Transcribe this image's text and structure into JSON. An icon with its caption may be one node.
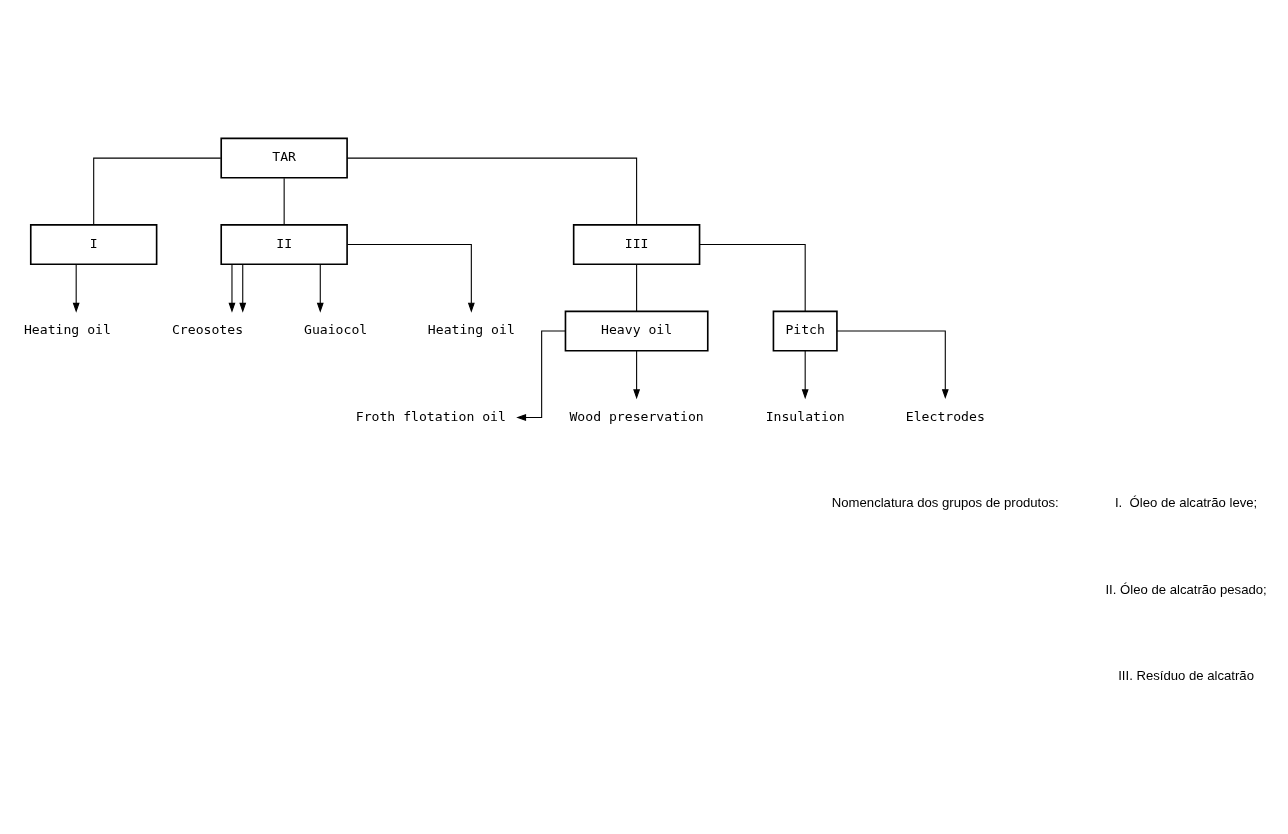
{
  "diagram": {
    "nodes": [
      {
        "text": [
          "TAR"
        ]
      },
      {
        "text": [
          "I"
        ]
      },
      {
        "text": [
          "II"
        ]
      },
      {
        "text": [
          "III"
        ]
      },
      {
        "text": [
          "Heavy oil"
        ]
      },
      {
        "text": [
          "Pitch"
        ]
      },
      {
        "text": [
          "Heating oil"
        ]
      },
      {
        "text": [
          "Creosotes"
        ]
      },
      {
        "text": [
          "Guaiocol"
        ]
      },
      {
        "text": [
          "Heating oil"
        ]
      },
      {
        "text": [
          "Froth flotation oil"
        ]
      },
      {
        "text": [
          "Wood preservation"
        ]
      },
      {
        "text": [
          "Insulation"
        ]
      },
      {
        "text": [
          "Electrodes"
        ]
      }
    ],
    "edges": [
      {
        "from": 0,
        "to": 1,
        "arrow": "none"
      },
      {
        "from": 0,
        "to": 2,
        "arrow": "none"
      },
      {
        "from": 0,
        "to": 3,
        "arrow": "none"
      },
      {
        "from": 3,
        "to": 4,
        "arrow": "none"
      },
      {
        "from": 3,
        "to": 5,
        "arrow": "none"
      },
      {
        "from": 1,
        "to": 6,
        "arrow": "to"
      },
      {
        "from": 2,
        "to": 7,
        "arrow": "to"
      },
      {
        "from": 2,
        "to": 7,
        "arrow": "to"
      },
      {
        "from": 2,
        "to": 8,
        "arrow": "to"
      },
      {
        "from": 2,
        "to": 9,
        "arrow": "to"
      },
      {
        "from": 4,
        "to": 10,
        "arrow": "to"
      },
      {
        "from": 4,
        "to": 11,
        "arrow": "to"
      },
      {
        "from": 5,
        "to": 12,
        "arrow": "to"
      },
      {
        "from": 5,
        "to": 13,
        "arrow": "to"
      }
    ],
    "labels": [
      "Nomenclatura dos grupos de produtos:",
      "I.  Óleo de alcatrão leve;",
      "II. Óleo de alcatrão pesado;",
      "III. Resíduo de alcatrão"
    ]
  }
}
